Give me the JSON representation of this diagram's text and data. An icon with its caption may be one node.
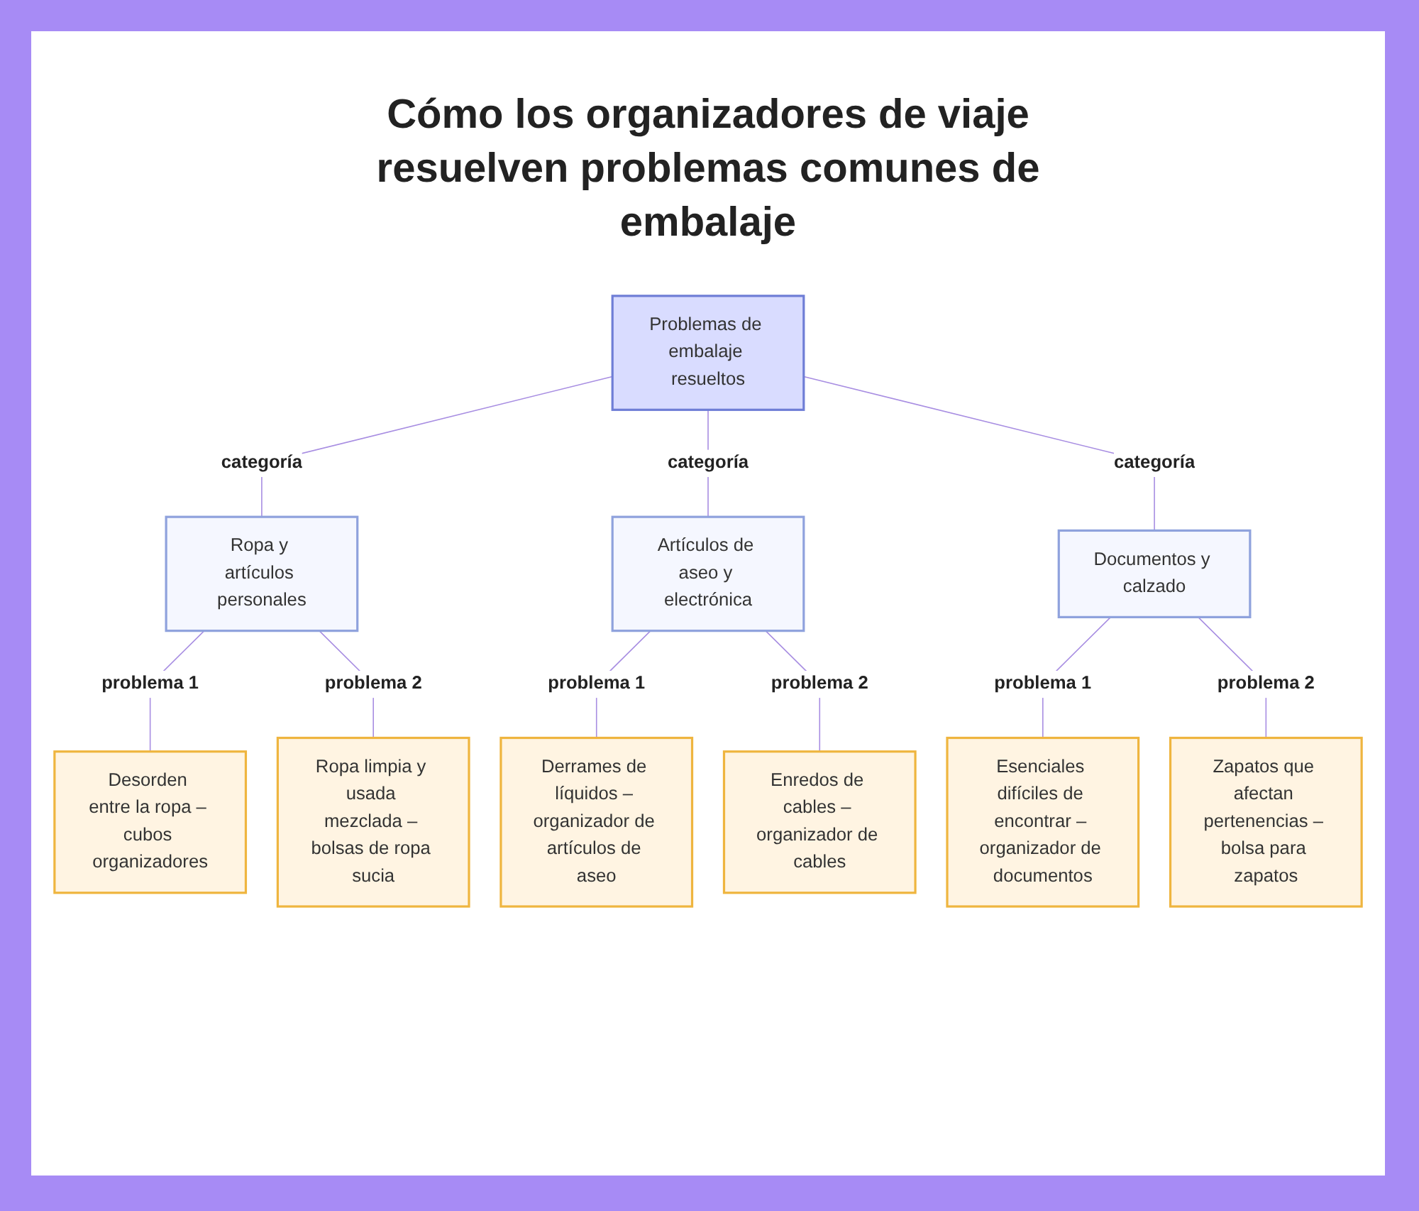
{
  "diagram": {
    "title": "Cómo los organizadores de viaje resuelven problemas comunes de embalaje",
    "nodes": [
      {
        "text": [
          "Problemas de embalaje resueltos"
        ]
      },
      {
        "text": [
          "Ropa y artículos personales"
        ]
      },
      {
        "text": [
          "Artículos de aseo y electrónica"
        ]
      },
      {
        "text": [
          "Documentos y calzado"
        ]
      },
      {
        "text": [
          "Desorden entre la ropa – cubos organizadores"
        ]
      },
      {
        "text": [
          "Ropa limpia y usada mezclada – bolsas de ropa sucia"
        ]
      },
      {
        "text": [
          "Derrames de líquidos – organizador de artículos de aseo"
        ]
      },
      {
        "text": [
          "Enredos de cables – organizador de cables"
        ]
      },
      {
        "text": [
          "Esenciales difíciles de encontrar – organizador de documentos"
        ]
      },
      {
        "text": [
          "Zapatos que afectan pertenencias – bolsa para zapatos"
        ]
      }
    ],
    "edges": [
      {
        "from": 0,
        "to": 1,
        "arrow": "none",
        "label": "categoría"
      },
      {
        "from": 0,
        "to": 2,
        "arrow": "none",
        "label": "categoría"
      },
      {
        "from": 0,
        "to": 3,
        "arrow": "none",
        "label": "categoría"
      },
      {
        "from": 1,
        "to": 4,
        "arrow": "none",
        "label": "problema 1"
      },
      {
        "from": 1,
        "to": 5,
        "arrow": "none",
        "label": "problema 2"
      },
      {
        "from": 2,
        "to": 6,
        "arrow": "none",
        "label": "problema 1"
      },
      {
        "from": 2,
        "to": 7,
        "arrow": "none",
        "label": "problema 2"
      },
      {
        "from": 3,
        "to": 8,
        "arrow": "none",
        "label": "problema 1"
      },
      {
        "from": 3,
        "to": 9,
        "arrow": "none",
        "label": "problema 2"
      }
    ]
  }
}
